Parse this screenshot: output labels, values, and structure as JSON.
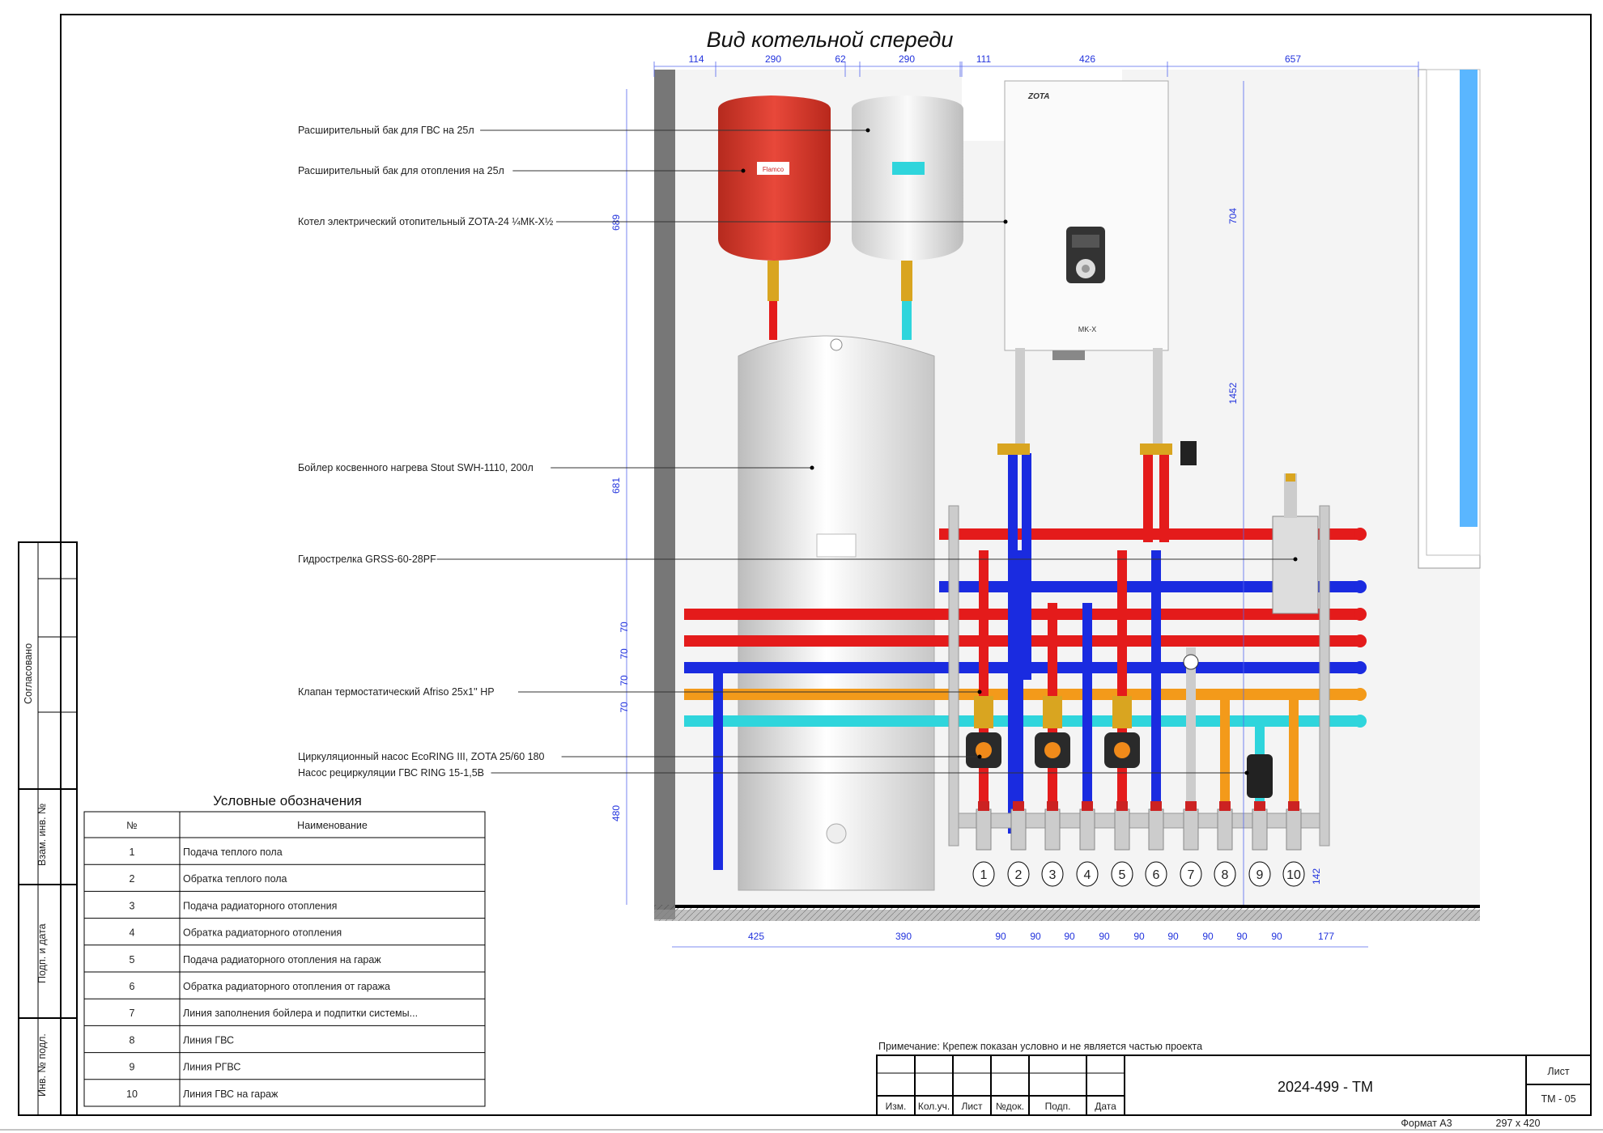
{
  "title": "Вид котельной спереди",
  "callouts": [
    "Расширительный бак для ГВС на 25л",
    "Расширительный бак для отопления на 25л",
    "Котел электрический отопительный ZOTA-24 ¼МК-Х½",
    "Бойлер косвенного нагрева Stout SWH-1110, 200л",
    "Гидрострелка GRSS-60-28PF",
    "Клапан термостатический Afriso 25x1'' HP",
    "Циркуляционный насос EcoRING III, ZOTA 25/60 180",
    "Насос рециркуляции ГВС RING 15-1,5В"
  ],
  "equipment_labels": {
    "boiler_brand": "ZOTA",
    "boiler_model": "MK-X",
    "tank_brand": "Flamco"
  },
  "dimensions": {
    "top": [
      "114",
      "290",
      "62",
      "290",
      "111",
      "426",
      "657"
    ],
    "left": [
      "689",
      "681",
      "70",
      "70",
      "70",
      "70",
      "480"
    ],
    "right": [
      "704",
      "1452",
      "142"
    ],
    "bottom": [
      "425",
      "390",
      "90",
      "90",
      "90",
      "90",
      "90",
      "90",
      "90",
      "90",
      "90",
      "177"
    ]
  },
  "outlet_numbers": [
    "1",
    "2",
    "3",
    "4",
    "5",
    "6",
    "7",
    "8",
    "9",
    "10"
  ],
  "legend": {
    "title": "Условные обозначения",
    "headers": [
      "№",
      "Наименование"
    ],
    "rows": [
      [
        "1",
        "Подача теплого пола"
      ],
      [
        "2",
        "Обратка теплого пола"
      ],
      [
        "3",
        "Подача радиаторного отопления"
      ],
      [
        "4",
        "Обратка радиаторного отопления"
      ],
      [
        "5",
        "Подача радиаторного отопления на гараж"
      ],
      [
        "6",
        "Обратка радиаторного отопления от гаража"
      ],
      [
        "7",
        "Линия заполнения бойлера и подпитки системы..."
      ],
      [
        "8",
        "Линия ГВС"
      ],
      [
        "9",
        "Линия РГВС"
      ],
      [
        "10",
        "Линия ГВС на гараж"
      ]
    ]
  },
  "note": "Примечание: Крепеж показан условно и не является частью проекта",
  "title_block": {
    "columns": [
      "Изм.",
      "Кол.уч.",
      "Лист",
      "№док.",
      "Подп.",
      "Дата"
    ],
    "code": "2024-499 - ТМ",
    "sheet_label": "Лист",
    "sheet": "ТМ - 05",
    "format": "Формат А3",
    "size": "297 x 420"
  },
  "side_stamp": [
    "Согласовано",
    "Взам. инв. №",
    "Подп. и дата",
    "Инв. № подл."
  ],
  "colors": {
    "supply": "#e41b1b",
    "return": "#1a2be0",
    "dhw": "#f39a1a",
    "cold": "#2fd5dc",
    "dim": "#2233dd"
  }
}
